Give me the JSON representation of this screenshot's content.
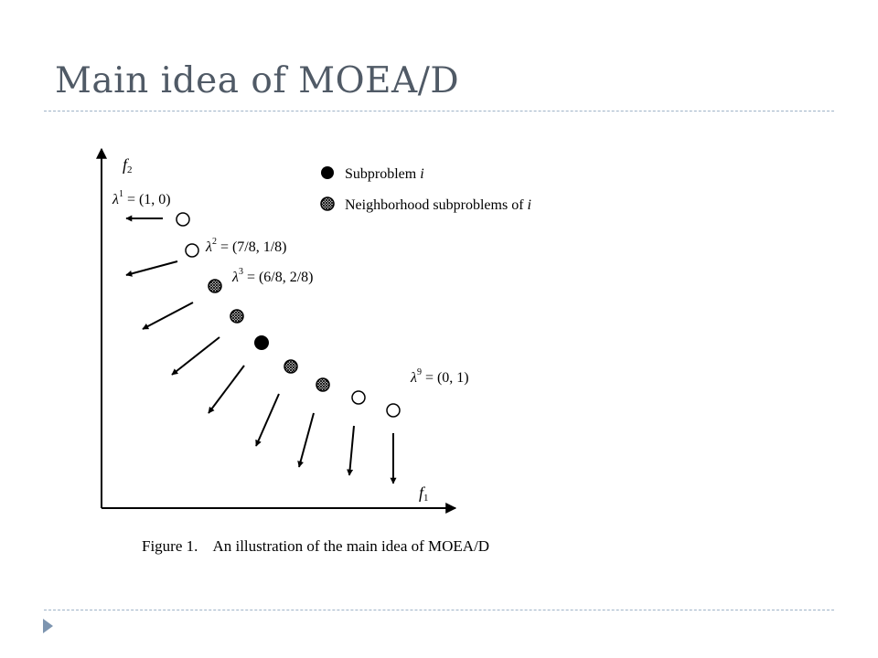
{
  "slide": {
    "title": "Main idea of MOEA/D"
  },
  "figure": {
    "axis_y_label": "f",
    "axis_y_sub": "2",
    "axis_x_label": "f",
    "axis_x_sub": "1",
    "legend": {
      "subproblem": {
        "text": "Subproblem ",
        "var": "i"
      },
      "neighbors": {
        "text": "Neighborhood subproblems of ",
        "var": "i"
      }
    },
    "lambda_labels": [
      {
        "sup": "1",
        "value": " = (1, 0)"
      },
      {
        "sup": "2",
        "value": " = (7/8, 1/8)"
      },
      {
        "sup": "3",
        "value": " = (6/8, 2/8)"
      },
      {
        "sup": "9",
        "value": " = (0, 1)"
      }
    ],
    "caption": "Figure 1.    An illustration of the main idea of MOEA/D",
    "colors": {
      "slide_title": "#505a66",
      "rule": "#9fb3c8",
      "nav_arrow": "#7d95b0"
    }
  }
}
